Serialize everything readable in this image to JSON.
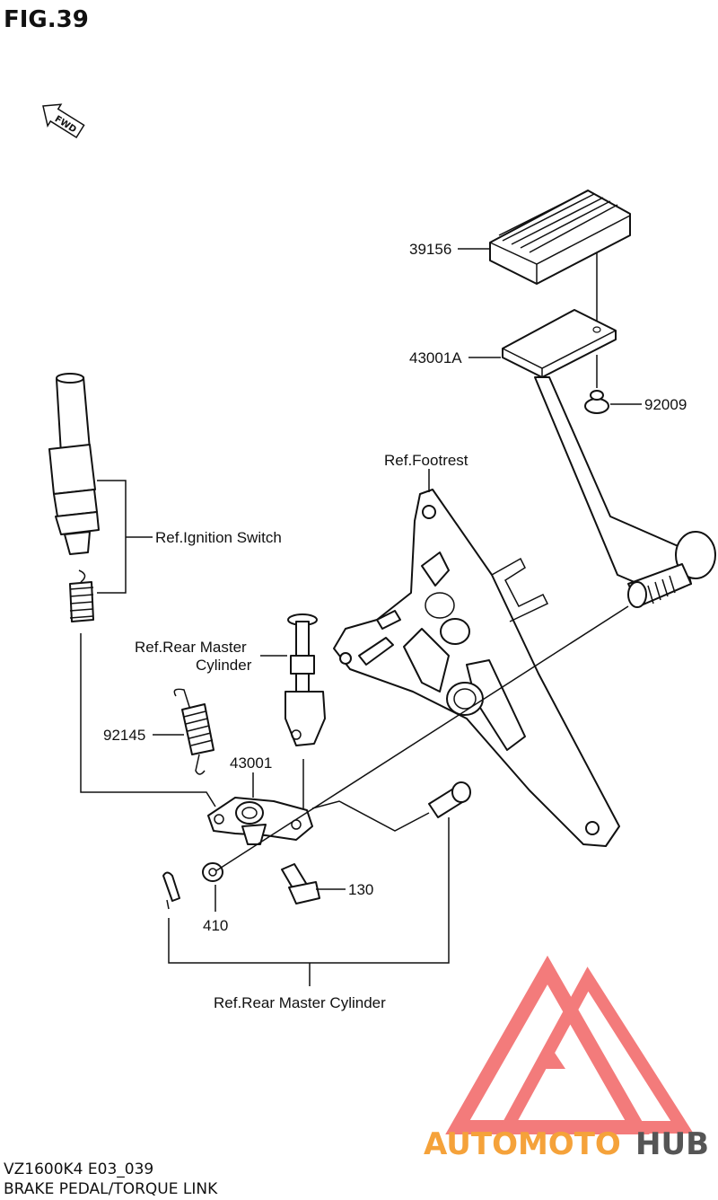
{
  "figure": {
    "title": "FIG.39",
    "direction_label": "FWD"
  },
  "labels": {
    "pedal_pad": "39156",
    "brake_pedal": "43001A",
    "bolt_92009": "92009",
    "footrest": "Ref.Footrest",
    "ignition_switch": "Ref.Ignition Switch",
    "rear_master_upper_line1": "Ref.Rear Master",
    "rear_master_upper_line2": "Cylinder",
    "spring": "92145",
    "torque_lever": "43001",
    "bolt_130": "130",
    "washer": "410",
    "rear_master_lower": "Ref.Rear Master Cylinder"
  },
  "footer": {
    "model_code": "VZ1600K4 E03_039",
    "caption": "BRAKE PEDAL/TORQUE LINK"
  },
  "watermark": {
    "part1": "AUTOMOTO",
    "part2": "HUB",
    "color_main": "#f26d6d",
    "color_orange": "#f5a23a",
    "color_dark": "#555555"
  }
}
